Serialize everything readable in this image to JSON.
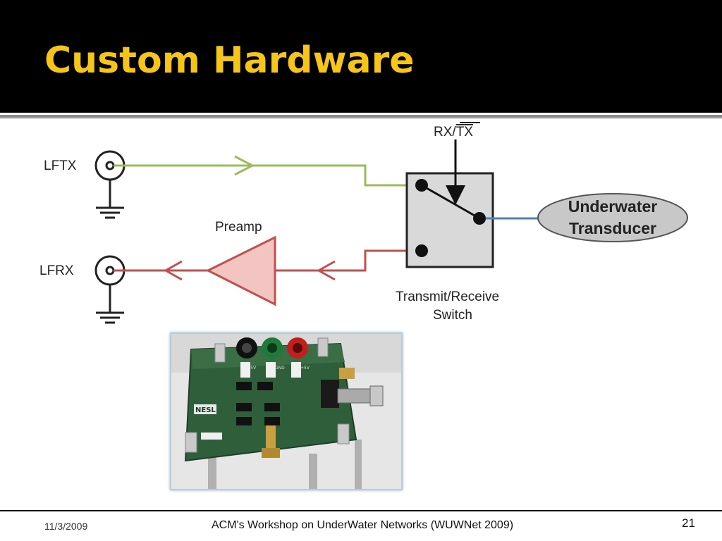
{
  "slide": {
    "title": "Custom Hardware",
    "page_number": "21"
  },
  "diagram": {
    "lftx_label": "LFTX",
    "lfrx_label": "LFRX",
    "preamp_label": "Preamp",
    "rxtx_label_rx": "RX/",
    "rxtx_label_tx": "TX",
    "switch_label_line1": "Transmit/Receive",
    "switch_label_line2": "Switch",
    "transducer_line1": "Underwater",
    "transducer_line2": "Transducer",
    "colors": {
      "tx_line": "#9bbb59",
      "rx_line": "#c0504d",
      "transducer_line": "#4f81bd",
      "preamp_fill": "#f2c4c2",
      "switch_fill": "#d9d9d9",
      "transducer_fill": "#c8c8c8"
    }
  },
  "photo": {
    "board_logo": "NESL",
    "pin_labels": [
      "-5V",
      "GND",
      "+5V"
    ]
  },
  "footer": {
    "date": "11/3/2009",
    "center_text": "ACM's Workshop on UnderWater Networks (WUWNet 2009)"
  }
}
